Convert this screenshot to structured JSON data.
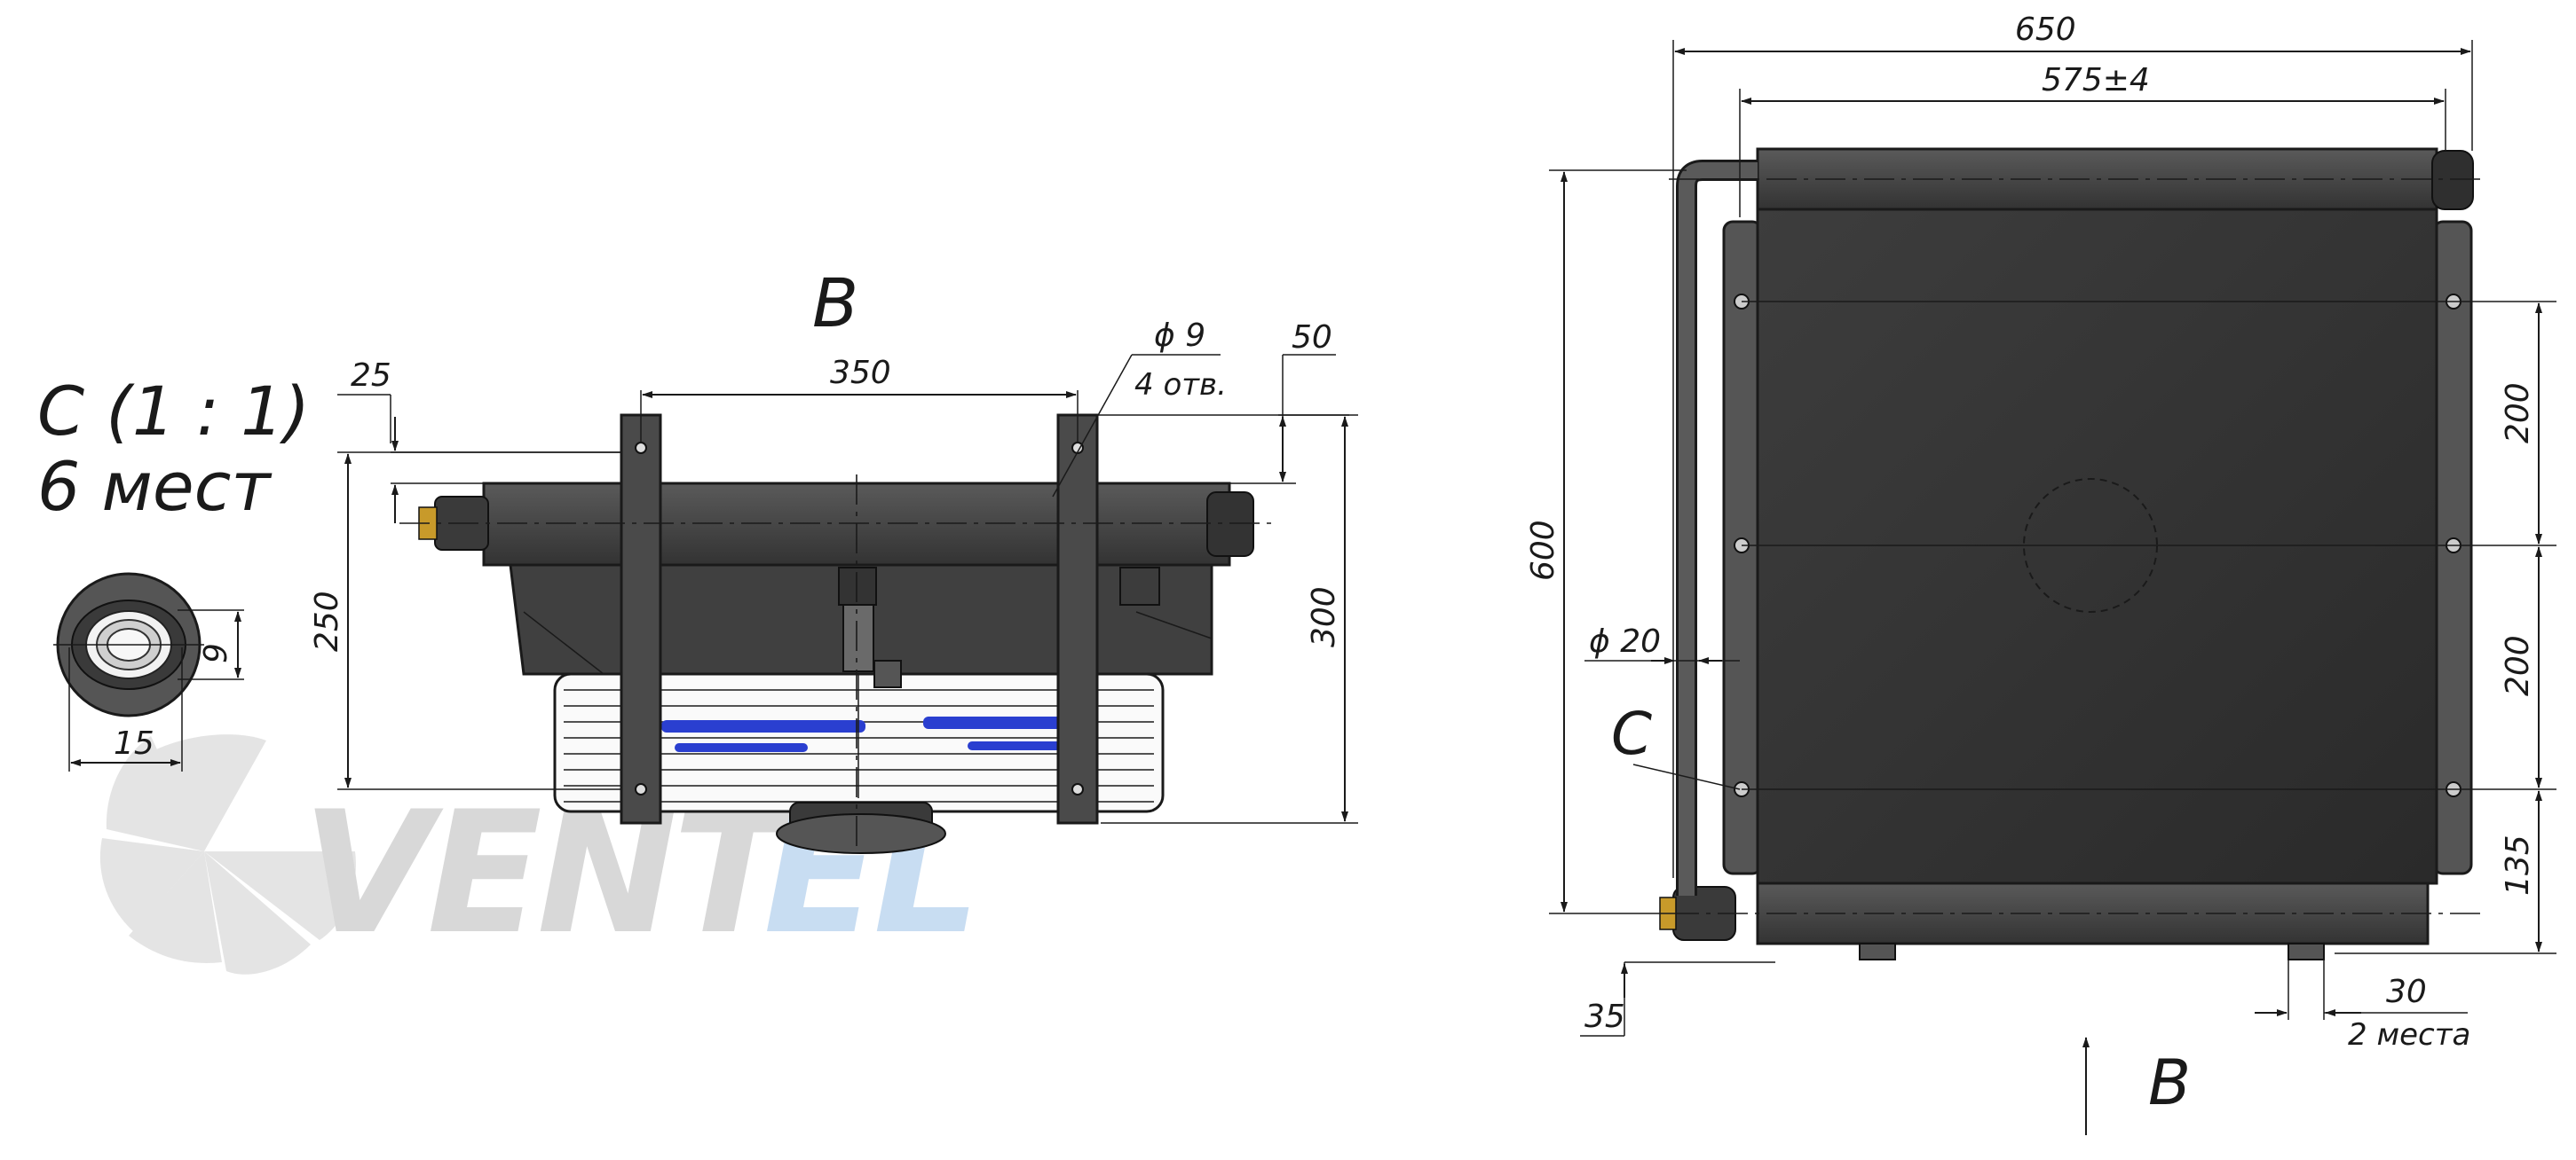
{
  "detail_view": {
    "label": "C (1 : 1)",
    "count_label": "6 мест",
    "dim_height": "9",
    "dim_width": "15"
  },
  "side_view": {
    "view_label": "B",
    "dim_top_offset": "25",
    "dim_hole_spacing": "350",
    "dim_hole_diameter": "ϕ 9",
    "dim_hole_count": "4 отв.",
    "dim_right_offset": "50",
    "dim_left_height": "250",
    "dim_right_height": "300"
  },
  "front_view": {
    "dim_overall_width": "650",
    "dim_inner_width": "575±4",
    "dim_overall_height": "600",
    "dim_pipe_diameter": "ϕ 20",
    "detail_callout": "C",
    "dim_upper_spacing": "200",
    "dim_lower_spacing": "200",
    "dim_bottom_offset": "135",
    "dim_left_offset": "35",
    "dim_foot_width": "30",
    "dim_foot_count": "2 места",
    "view_arrow_label": "B"
  },
  "watermark": {
    "brand": "ventel"
  },
  "colors": {
    "body": "#4a4a4a",
    "body_dark": "#2f2f2f",
    "core": "#3a3a3a",
    "line": "#1a1a1a",
    "fan_blue": "#2a3fd0",
    "watermark_grey": "#d9d9d9",
    "watermark_blue": "#c9def2"
  }
}
